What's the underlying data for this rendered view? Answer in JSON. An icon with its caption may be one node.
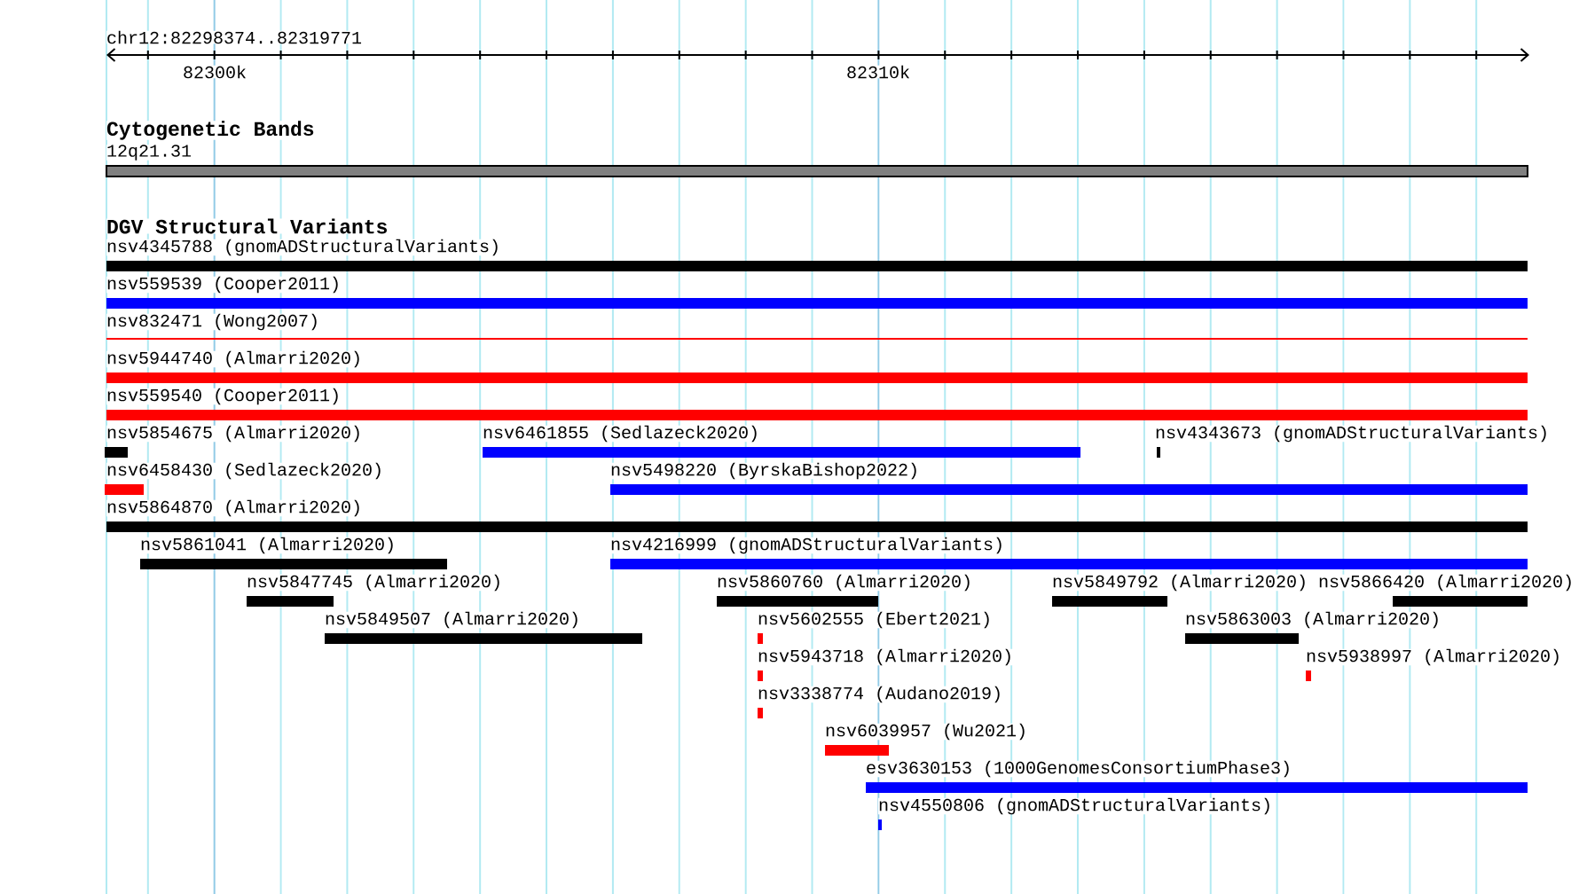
{
  "diagram": {
    "nodes": [
      {
        "text": [
          "Cytogenetic Bands",
          "12q21.31"
        ]
      },
      {
        "text": [
          "nsv4345788 (gnomADStructuralVariants)"
        ]
      },
      {
        "text": [
          "nsv559539 (Cooper2011)"
        ]
      },
      {
        "text": [
          "nsv832471 (Wong2007)"
        ]
      },
      {
        "text": [
          "nsv5944740 (Almarri2020)"
        ]
      },
      {
        "text": [
          "nsv559540 (Cooper2011)"
        ]
      },
      {
        "text": [
          "nsv5854675 (Almarri2020)"
        ]
      },
      {
        "text": [
          "nsv6461855 (Sedlazeck2020)"
        ]
      },
      {
        "text": [
          "nsv4343673 (gnomADStructuralVariants)"
        ]
      },
      {
        "text": [
          "nsv6458430 (Sedlazeck2020)"
        ]
      },
      {
        "text": [
          "nsv5498220 (ByrskaBishop2022)"
        ]
      },
      {
        "text": [
          "nsv5864870 (Almarri2020)"
        ]
      },
      {
        "text": [
          "nsv5861041 (Almarri2020)"
        ]
      },
      {
        "text": [
          "nsv4216999 (gnomADStructuralVariants)"
        ]
      },
      {
        "text": [
          "nsv5847745 (Almarri2020)"
        ]
      },
      {
        "text": [
          "nsv5860760 (Almarri2020)"
        ]
      },
      {
        "text": [
          "nsv5849792 (Almarri2020)"
        ]
      },
      {
        "text": [
          "nsv5866420 (Almarri2020)"
        ]
      },
      {
        "text": [
          "nsv5849507 (Almarri2020)"
        ]
      },
      {
        "text": [
          "nsv5602555 (Ebert2021)"
        ]
      },
      {
        "text": [
          "nsv5863003 (Almarri2020)"
        ]
      },
      {
        "text": [
          "nsv5943718 (Almarri2020)"
        ]
      },
      {
        "text": [
          "nsv5938997 (Almarri2020)"
        ]
      },
      {
        "text": [
          "nsv3338774 (Audano2019)"
        ]
      },
      {
        "text": [
          "nsv6039957 (Wu2021)"
        ]
      },
      {
        "text": [
          "esv3630153 (1000GenomesConsortiumPhase3)"
        ]
      },
      {
        "text": [
          "nsv4550806 (gnomADStructuralVariants)"
        ]
      }
    ],
    "labels": [
      "chr12:82298374..82319771",
      "82300k",
      "82310k",
      "DGV Structural Variants"
    ]
  }
}
